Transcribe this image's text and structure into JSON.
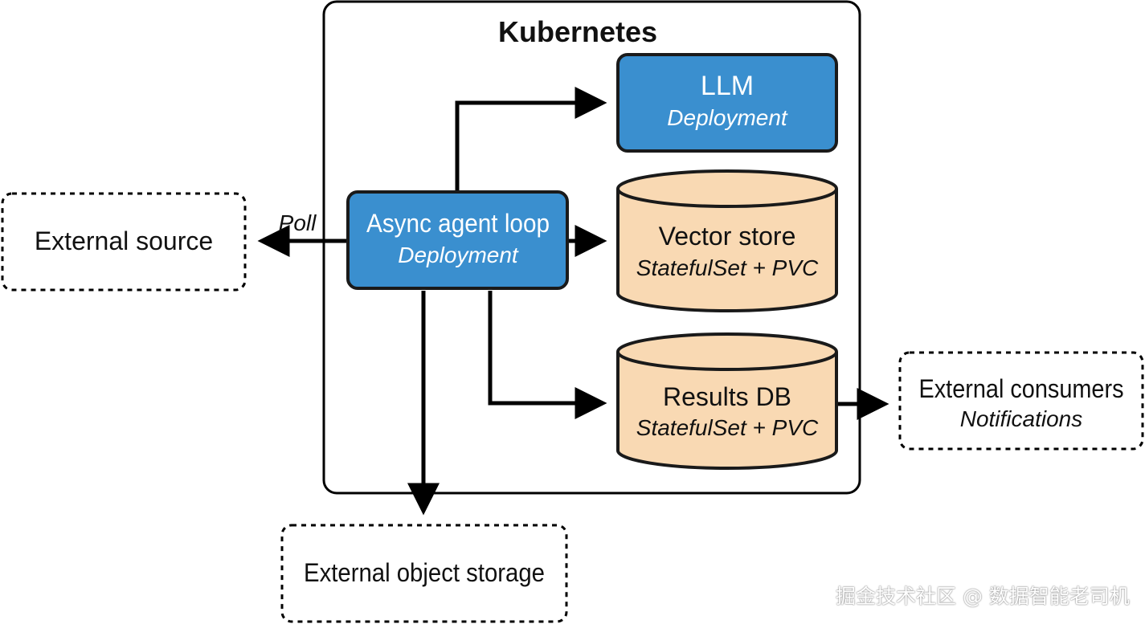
{
  "diagram": {
    "cluster_title": "Kubernetes",
    "nodes": {
      "llm": {
        "title": "LLM",
        "subtitle": "Deployment"
      },
      "agent": {
        "title": "Async agent loop",
        "subtitle": "Deployment"
      },
      "vector_store": {
        "title": "Vector store",
        "subtitle": "StatefulSet + PVC"
      },
      "results_db": {
        "title": "Results DB",
        "subtitle": "StatefulSet + PVC"
      },
      "external_source": {
        "title": "External source"
      },
      "external_consumers": {
        "title": "External consumers",
        "subtitle": "Notifications"
      },
      "external_storage": {
        "title": "External object storage"
      }
    },
    "edges": {
      "poll_label": "Poll"
    },
    "colors": {
      "deployment_fill": "#3a8fcf",
      "deployment_stroke": "#1a1a1a",
      "statefulset_fill": "#f9d9b3",
      "statefulset_stroke": "#1a1a1a",
      "line": "#000000",
      "deployment_text": "#ffffff",
      "default_text": "#111111"
    }
  },
  "watermark": "掘金技术社区 @ 数据智能老司机"
}
